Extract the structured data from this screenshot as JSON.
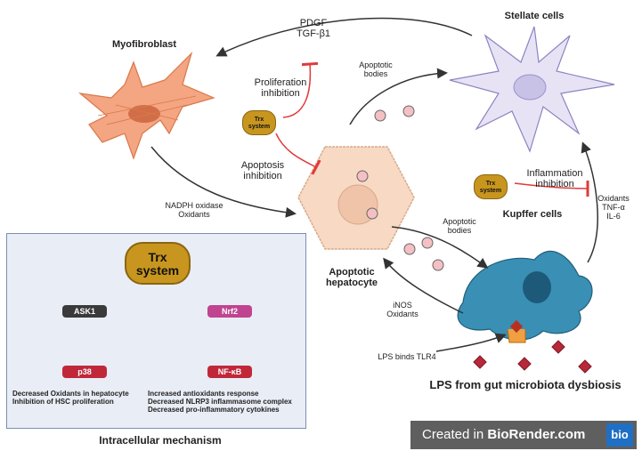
{
  "cells": {
    "myofibroblast": "Myofibroblast",
    "stellate": "Stellate cells",
    "kupffer": "Kupffer cells",
    "hepatocyte": "Apoptotic\nhepatocyte"
  },
  "arrows": {
    "pdgf": "PDGF\nTGF-β1",
    "apoptotic_bodies_top": "Apoptotic\nbodies",
    "apoptotic_bodies_right": "Apoptotic\nbodies",
    "nadph": "NADPH oxidase\nOxidants",
    "oxidants_tnf": "Oxidants\nTNF-α\nIL-6",
    "inos": "iNOS\nOxidants",
    "lps_binds": "LPS binds TLR4"
  },
  "inhibitions": {
    "proliferation": "Proliferation\ninhibition",
    "apoptosis": "Apoptosis\ninhibition",
    "inflammation": "Inflammation\ninhibition"
  },
  "trx_small": "Trx\nsystem",
  "lps_title": "LPS from gut microbiota dysbiosis",
  "mechanism": {
    "title": "Intracellular mechanism",
    "trx": "Trx\nsystem",
    "ask1": "ASK1",
    "nrf2": "Nrf2",
    "p38": "p38",
    "nfkb": "NF-κB",
    "left_text": "Decreased Oxidants in hepatocyte\nInhibition of HSC proliferation",
    "right_text": "Increased antioxidants response\nDecreased NLRP3 inflammasome complex\nDecreased pro-inflammatory cytokines"
  },
  "badge": {
    "prefix": "Created in ",
    "brand": "BioRender.com",
    "logo": "bio"
  },
  "colors": {
    "trx": "#c8961e",
    "inhibit": "#e03a3a",
    "activate": "#5cb02a",
    "ask1": "#3a3a3a",
    "nrf2": "#c0448f",
    "p38": "#c0283a",
    "nfkb": "#c0283a"
  }
}
